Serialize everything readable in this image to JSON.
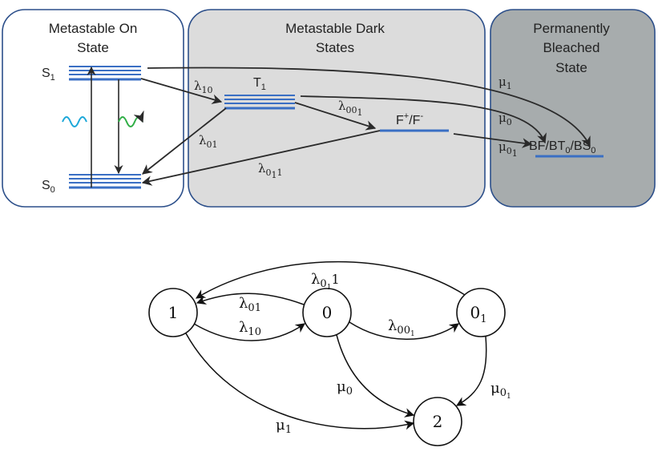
{
  "colors": {
    "level_blue": "#3a6fc4",
    "box_border": "#2c4f8a",
    "box_white": "#ffffff",
    "box_light_gray": "#dcdcdc",
    "box_dark_gray": "#a7acad",
    "arrow": "#2a2a2a",
    "wave_cyan": "#1ba7d9",
    "wave_green": "#2fae45"
  },
  "top_diagram": {
    "boxes": {
      "on": {
        "title_line1": "Metastable On",
        "title_line2": "State"
      },
      "dark": {
        "title_line1": "Metastable Dark",
        "title_line2": "States"
      },
      "bleached": {
        "title_line1": "Permanently",
        "title_line2": "Bleached",
        "title_line3": "State"
      }
    },
    "levels": {
      "s1": {
        "label": "S",
        "sub": "1"
      },
      "s0": {
        "label": "S",
        "sub": "0"
      },
      "t1": {
        "label": "T",
        "sub": "1"
      },
      "f": {
        "label": "F",
        "sup1": "+",
        "mid": "/F",
        "sup2": "-"
      },
      "bf": {
        "p1": "BF/BT",
        "sub1": "0",
        "p2": "/BS",
        "sub2": "0"
      }
    },
    "rates": {
      "l10": {
        "sym": "λ",
        "sub": "10"
      },
      "l01": {
        "sym": "λ",
        "sub": "01"
      },
      "l001": {
        "sym": "λ",
        "sub": "00",
        "subsub": "1"
      },
      "l011": {
        "sym": "λ",
        "sub": "0",
        "subsub": "1",
        "tail": "1"
      },
      "mu1": {
        "sym": "μ",
        "sub": "1"
      },
      "mu0": {
        "sym": "μ",
        "sub": "0"
      },
      "mu01": {
        "sym": "μ",
        "sub": "0",
        "subsub": "1"
      }
    }
  },
  "bottom_diagram": {
    "nodes": {
      "n1": {
        "label": "1"
      },
      "n0": {
        "label": "0"
      },
      "n01": {
        "label": "0",
        "sub": "1"
      },
      "n2": {
        "label": "2"
      }
    },
    "edges": {
      "l011": {
        "sym": "λ",
        "sub": "0",
        "subsub": "1",
        "tail": "1"
      },
      "l01": {
        "sym": "λ",
        "sub": "01"
      },
      "l10": {
        "sym": "λ",
        "sub": "10"
      },
      "l001": {
        "sym": "λ",
        "sub": "00",
        "subsub": "1"
      },
      "mu0": {
        "sym": "μ",
        "sub": "0"
      },
      "mu01": {
        "sym": "μ",
        "sub": "0",
        "subsub": "1"
      },
      "mu1": {
        "sym": "μ",
        "sub": "1"
      }
    }
  }
}
